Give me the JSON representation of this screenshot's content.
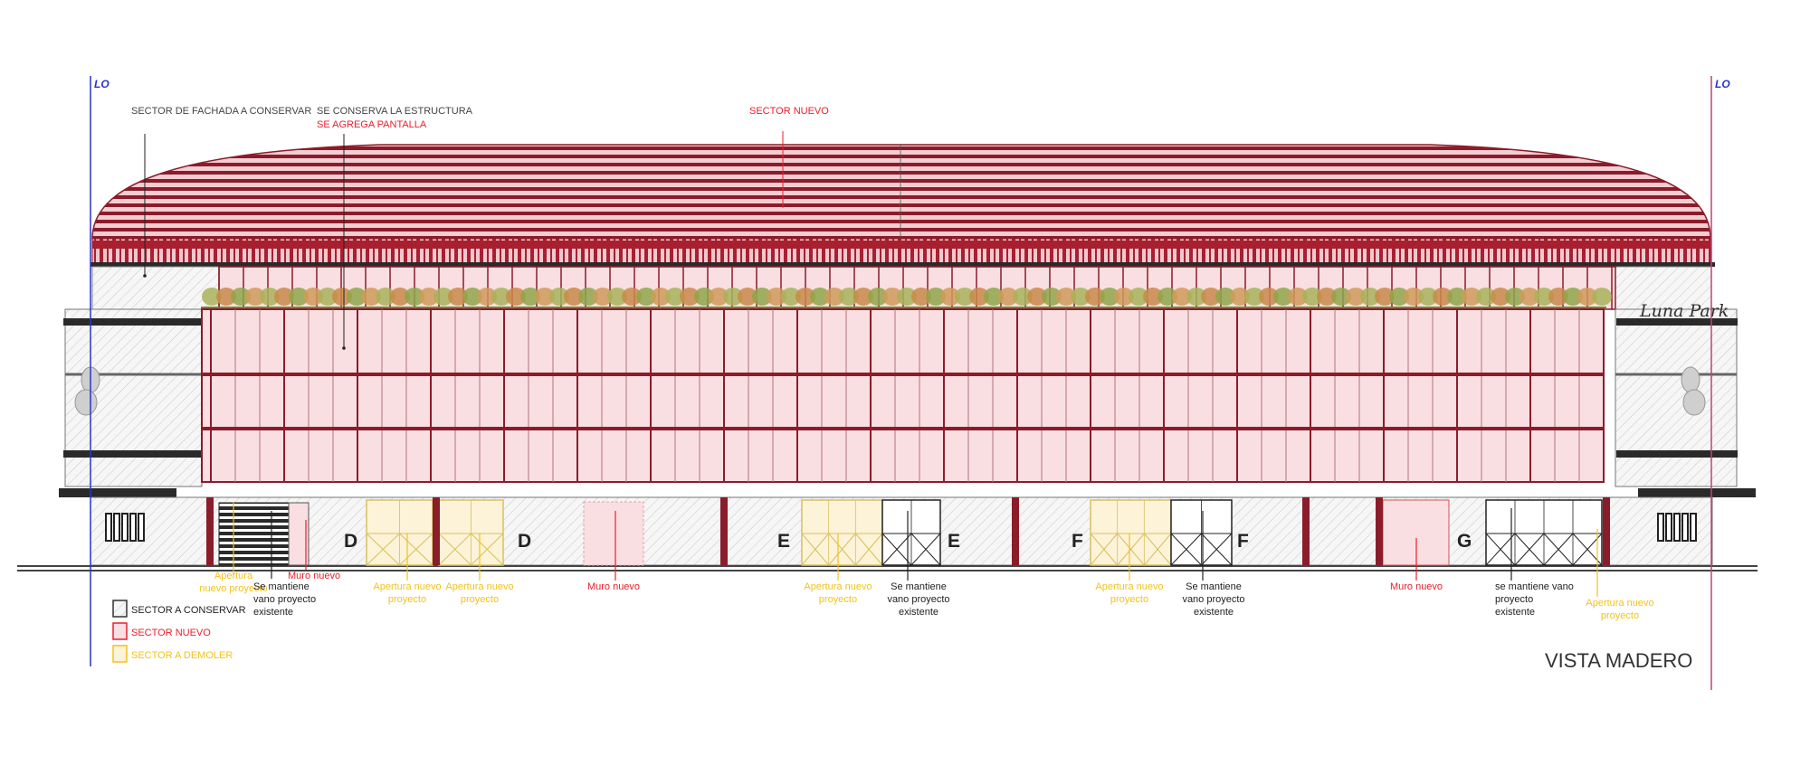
{
  "drawing": {
    "title": "VISTA MADERO",
    "axis_left": "LO",
    "axis_right": "LO",
    "logo_text": "Luna Park",
    "colors": {
      "conserve": "#444444",
      "new": "#e8202e",
      "demolish": "#f3c21a",
      "axis": "#2a34c8",
      "roof": "#8b1c2a",
      "glass": "#f9dfe2"
    }
  },
  "top_labels": {
    "facade_conserve": "SECTOR DE FACHADA A CONSERVAR",
    "structure_conserve": "SE CONSERVA LA ESTRUCTURA",
    "screen_added": "SE AGREGA PANTALLA",
    "new_sector": "SECTOR NUEVO"
  },
  "bay_letters": [
    "D",
    "D",
    "E",
    "E",
    "F",
    "F",
    "G"
  ],
  "notes": {
    "n1": [
      "Apertura",
      "nuevo proyecto"
    ],
    "n2": [
      "Se mantiene",
      "vano proyecto",
      "existente"
    ],
    "n3": [
      "Muro nuevo"
    ],
    "n4": [
      "Apertura nuevo",
      "proyecto"
    ],
    "n5": [
      "Apertura nuevo",
      "proyecto"
    ],
    "n6": [
      "Muro nuevo"
    ],
    "n7": [
      "Apertura nuevo",
      "proyecto"
    ],
    "n8": [
      "Se mantiene",
      "vano proyecto",
      "existente"
    ],
    "n9": [
      "Apertura nuevo",
      "proyecto"
    ],
    "n10": [
      "Se mantiene",
      "vano proyecto",
      "existente"
    ],
    "n11": [
      "Muro nuevo"
    ],
    "n12": [
      "se mantiene vano",
      "proyecto",
      "existente"
    ],
    "n13": [
      "Apertura nuevo",
      "proyecto"
    ]
  },
  "legend": [
    {
      "label": "SECTOR A CONSERVAR"
    },
    {
      "label": "SECTOR NUEVO"
    },
    {
      "label": "SECTOR A DEMOLER"
    }
  ]
}
